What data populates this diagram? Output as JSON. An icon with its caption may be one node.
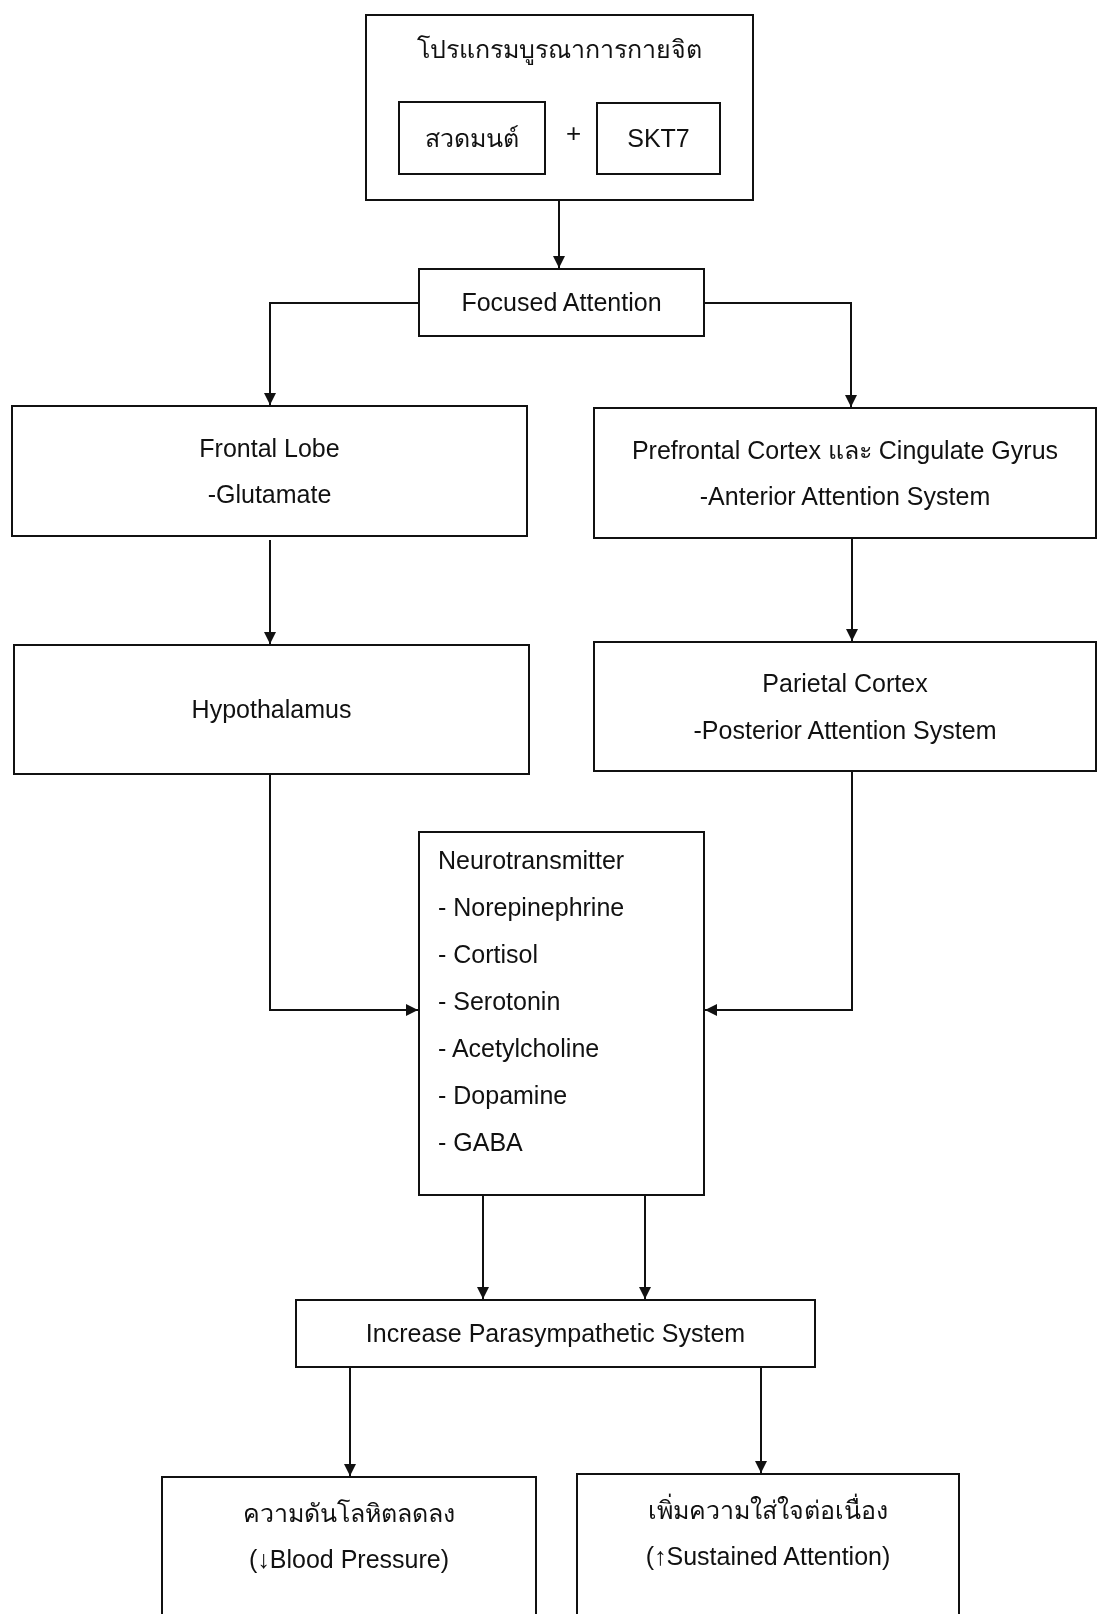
{
  "diagram": {
    "nodes": [
      {
        "text": [
          "โปรแกรมบูรณาการกายจิต"
        ]
      },
      {
        "text": [
          "สวดมนต์"
        ],
        "in": 0
      },
      {
        "text": [
          "SKT7"
        ],
        "in": 0
      },
      {
        "text": [
          "Focused Attention"
        ]
      },
      {
        "text": [
          "Frontal Lobe",
          "-Glutamate"
        ]
      },
      {
        "text": [
          "Prefrontal Cortex  และ Cingulate Gyrus",
          "-Anterior Attention System"
        ]
      },
      {
        "text": [
          "Hypothalamus"
        ]
      },
      {
        "text": [
          "Parietal Cortex",
          "-Posterior Attention System"
        ]
      },
      {
        "text": [
          "Neurotransmitter",
          "- Norepinephrine",
          "- Cortisol",
          "- Serotonin",
          "- Acetylcholine",
          "- Dopamine",
          "- GABA"
        ]
      },
      {
        "text": [
          "Increase Parasympathetic System"
        ]
      },
      {
        "text": [
          "ความดันโลหิตลดลง",
          "(↓Blood Pressure)"
        ]
      },
      {
        "text": [
          "เพิ่มความใส่ใจต่อเนื่อง",
          "(↑Sustained Attention)"
        ]
      }
    ],
    "edges": [
      {
        "from": 0,
        "to": 3,
        "arrow": "to"
      },
      {
        "from": 3,
        "to": 4,
        "arrow": "to"
      },
      {
        "from": 3,
        "to": 5,
        "arrow": "to"
      },
      {
        "from": 4,
        "to": 6,
        "arrow": "to"
      },
      {
        "from": 5,
        "to": 7,
        "arrow": "to"
      },
      {
        "from": 6,
        "to": 8,
        "arrow": "to"
      },
      {
        "from": 7,
        "to": 8,
        "arrow": "to"
      },
      {
        "from": 8,
        "to": 9,
        "arrow": "to"
      },
      {
        "from": 8,
        "to": 9,
        "arrow": "to"
      },
      {
        "from": 9,
        "to": 10,
        "arrow": "to"
      },
      {
        "from": 9,
        "to": 11,
        "arrow": "to"
      }
    ],
    "labels": [
      "+"
    ]
  }
}
